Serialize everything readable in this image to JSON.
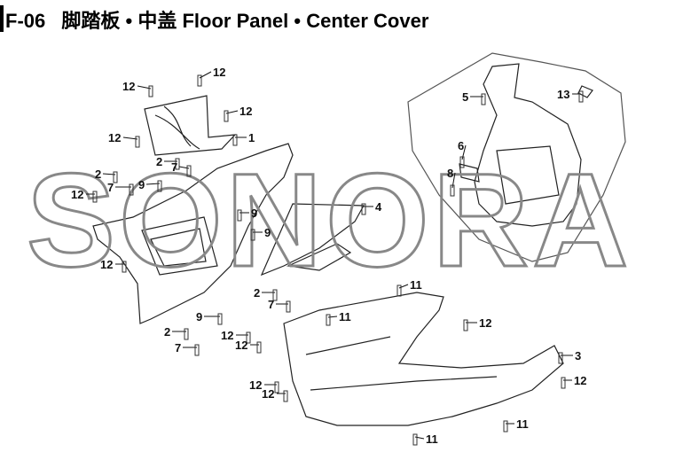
{
  "header": {
    "code": "F-06",
    "title_cn_1": "脚踏板",
    "separator": "•",
    "title_cn_2": "中盖",
    "title_en_1": "Floor Panel",
    "title_en_2": "Center Cover"
  },
  "watermark": "SONORA",
  "callouts": [
    "12",
    "12",
    "12",
    "12",
    "1",
    "2",
    "7",
    "2",
    "7",
    "9",
    "12",
    "9",
    "9",
    "4",
    "12",
    "2",
    "7",
    "9",
    "2",
    "12",
    "12",
    "7",
    "11",
    "11",
    "12",
    "3",
    "12",
    "12",
    "12",
    "11",
    "11",
    "5",
    "6",
    "8",
    "13"
  ]
}
